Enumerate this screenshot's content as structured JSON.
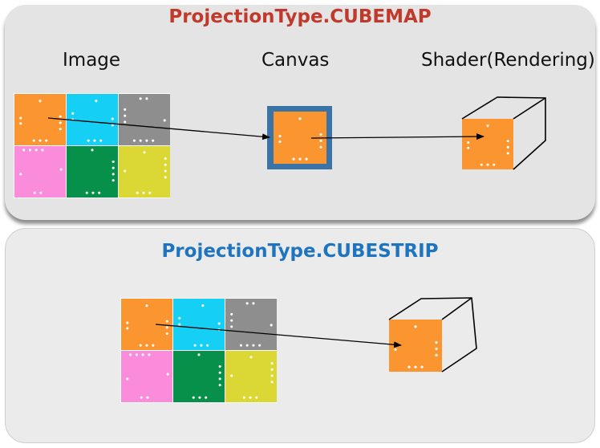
{
  "colors": {
    "orange": "#fb9530",
    "cyan": "#15cff5",
    "gray": "#8e8e8e",
    "pink": "#fa8cdb",
    "green": "#07904a",
    "yellow": "#dbd734",
    "canvas_border": "#3a74a6",
    "title_cubemap": "#c0392b",
    "title_cubestrip": "#1f74c0"
  },
  "top_panel": {
    "title": "ProjectionType.CUBEMAP",
    "label_image": "Image",
    "label_canvas": "Canvas",
    "label_shader": "Shader(Rendering)"
  },
  "bottom_panel": {
    "title": "ProjectionType.CUBESTRIP"
  },
  "cube_faces": [
    {
      "color": "orange"
    },
    {
      "color": "cyan"
    },
    {
      "color": "gray"
    },
    {
      "color": "pink"
    },
    {
      "color": "green"
    },
    {
      "color": "yellow"
    }
  ]
}
